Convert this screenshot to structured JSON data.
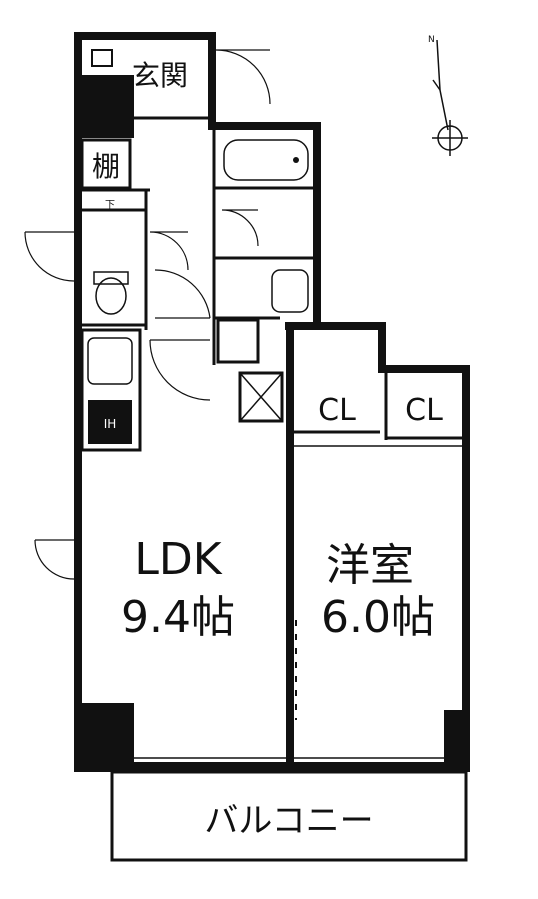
{
  "rooms": {
    "entrance": "玄関",
    "shelf": "棚",
    "ldk_name": "LDK",
    "ldk_size": "9.4帖",
    "western_name": "洋室",
    "western_size": "6.0帖",
    "closet_1": "CL",
    "closet_2": "CL",
    "balcony": "バルコニー"
  },
  "fixtures": {
    "shoe_box_mark": "下",
    "stove_mark": "IH"
  },
  "compass": {
    "north_mark": "N"
  }
}
